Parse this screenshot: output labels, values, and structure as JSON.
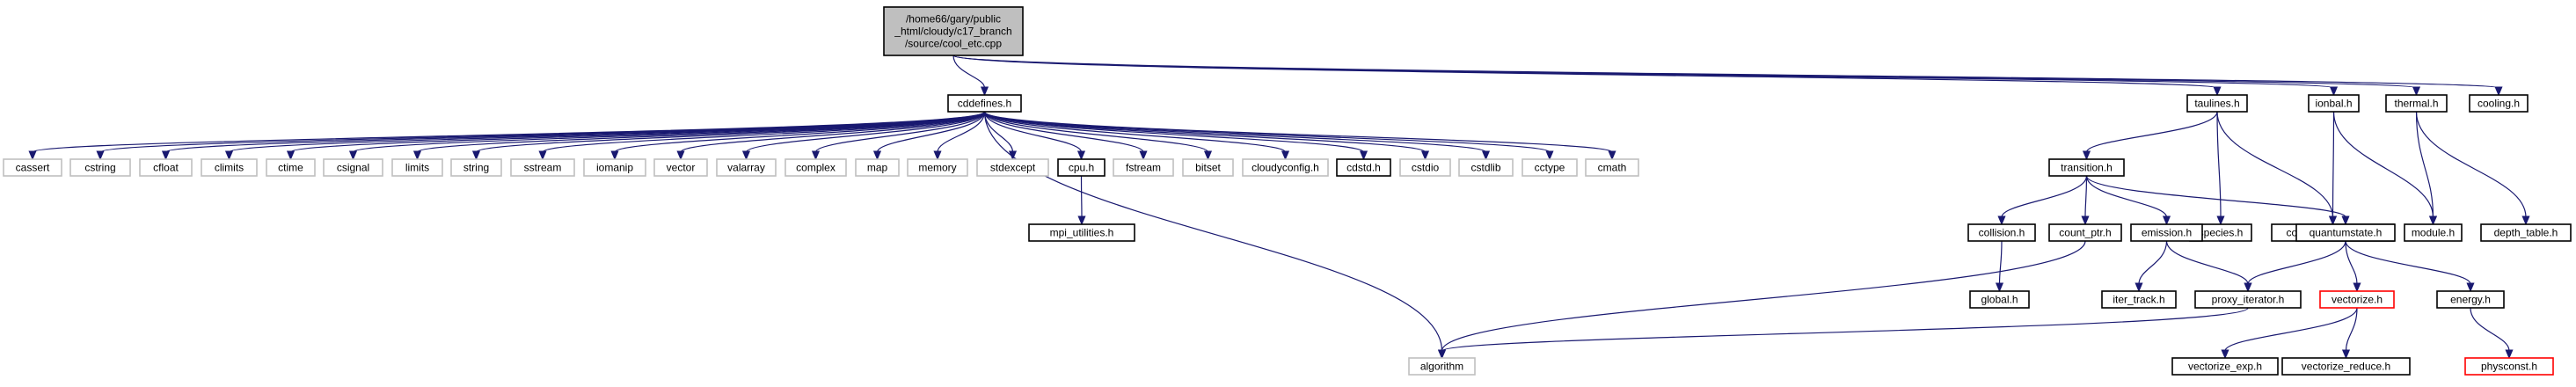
{
  "diagram": {
    "nodes": [
      {
        "id": "root",
        "label": [
          "/home66/gary/public",
          "_html/cloudy/c17_branch",
          "/source/cool_etc.cpp"
        ],
        "style": "root"
      },
      {
        "id": "cddefines",
        "label": [
          "cddefines.h"
        ],
        "style": "normal"
      },
      {
        "id": "taulines",
        "label": [
          "taulines.h"
        ],
        "style": "normal"
      },
      {
        "id": "ionbal",
        "label": [
          "ionbal.h"
        ],
        "style": "normal"
      },
      {
        "id": "thermal",
        "label": [
          "thermal.h"
        ],
        "style": "normal"
      },
      {
        "id": "cooling",
        "label": [
          "cooling.h"
        ],
        "style": "normal"
      },
      {
        "id": "cassert",
        "label": [
          "cassert"
        ],
        "style": "external"
      },
      {
        "id": "cstring",
        "label": [
          "cstring"
        ],
        "style": "external"
      },
      {
        "id": "cfloat",
        "label": [
          "cfloat"
        ],
        "style": "external"
      },
      {
        "id": "climits",
        "label": [
          "climits"
        ],
        "style": "external"
      },
      {
        "id": "ctime",
        "label": [
          "ctime"
        ],
        "style": "external"
      },
      {
        "id": "csignal",
        "label": [
          "csignal"
        ],
        "style": "external"
      },
      {
        "id": "limits",
        "label": [
          "limits"
        ],
        "style": "external"
      },
      {
        "id": "string",
        "label": [
          "string"
        ],
        "style": "external"
      },
      {
        "id": "sstream",
        "label": [
          "sstream"
        ],
        "style": "external"
      },
      {
        "id": "iomanip",
        "label": [
          "iomanip"
        ],
        "style": "external"
      },
      {
        "id": "vector",
        "label": [
          "vector"
        ],
        "style": "external"
      },
      {
        "id": "valarray",
        "label": [
          "valarray"
        ],
        "style": "external"
      },
      {
        "id": "complex",
        "label": [
          "complex"
        ],
        "style": "external"
      },
      {
        "id": "map",
        "label": [
          "map"
        ],
        "style": "external"
      },
      {
        "id": "memory",
        "label": [
          "memory"
        ],
        "style": "external"
      },
      {
        "id": "stdexcept",
        "label": [
          "stdexcept"
        ],
        "style": "external"
      },
      {
        "id": "cpu",
        "label": [
          "cpu.h"
        ],
        "style": "normal"
      },
      {
        "id": "fstream",
        "label": [
          "fstream"
        ],
        "style": "external"
      },
      {
        "id": "bitset",
        "label": [
          "bitset"
        ],
        "style": "external"
      },
      {
        "id": "cloudyconfig",
        "label": [
          "cloudyconfig.h"
        ],
        "style": "external"
      },
      {
        "id": "cdstd",
        "label": [
          "cdstd.h"
        ],
        "style": "normal"
      },
      {
        "id": "cstdio",
        "label": [
          "cstdio"
        ],
        "style": "external"
      },
      {
        "id": "cstdlib",
        "label": [
          "cstdlib"
        ],
        "style": "external"
      },
      {
        "id": "cctype",
        "label": [
          "cctype"
        ],
        "style": "external"
      },
      {
        "id": "cmath",
        "label": [
          "cmath"
        ],
        "style": "external"
      },
      {
        "id": "mpi_utilities",
        "label": [
          "mpi_utilities.h"
        ],
        "style": "normal"
      },
      {
        "id": "algorithm",
        "label": [
          "algorithm"
        ],
        "style": "external"
      },
      {
        "id": "transition",
        "label": [
          "transition.h"
        ],
        "style": "normal"
      },
      {
        "id": "species",
        "label": [
          "species.h"
        ],
        "style": "normal"
      },
      {
        "id": "container_classes",
        "label": [
          "container_classes.h"
        ],
        "style": "normal"
      },
      {
        "id": "module",
        "label": [
          "module.h"
        ],
        "style": "normal"
      },
      {
        "id": "depth_table",
        "label": [
          "depth_table.h"
        ],
        "style": "normal"
      },
      {
        "id": "collision",
        "label": [
          "collision.h"
        ],
        "style": "normal"
      },
      {
        "id": "count_ptr",
        "label": [
          "count_ptr.h"
        ],
        "style": "normal"
      },
      {
        "id": "emission",
        "label": [
          "emission.h"
        ],
        "style": "normal"
      },
      {
        "id": "quantumstate",
        "label": [
          "quantumstate.h"
        ],
        "style": "normal"
      },
      {
        "id": "global",
        "label": [
          "global.h"
        ],
        "style": "normal"
      },
      {
        "id": "iter_track",
        "label": [
          "iter_track.h"
        ],
        "style": "normal"
      },
      {
        "id": "proxy_iterator",
        "label": [
          "proxy_iterator.h"
        ],
        "style": "normal"
      },
      {
        "id": "vectorize",
        "label": [
          "vectorize.h"
        ],
        "style": "missing"
      },
      {
        "id": "energy",
        "label": [
          "energy.h"
        ],
        "style": "normal"
      },
      {
        "id": "vectorize_exp",
        "label": [
          "vectorize_exp.h"
        ],
        "style": "normal"
      },
      {
        "id": "vectorize_reduce",
        "label": [
          "vectorize_reduce.h"
        ],
        "style": "normal"
      },
      {
        "id": "physconst",
        "label": [
          "physconst.h"
        ],
        "style": "missing"
      }
    ],
    "edges": [
      [
        "root",
        "cddefines"
      ],
      [
        "root",
        "taulines"
      ],
      [
        "root",
        "ionbal"
      ],
      [
        "root",
        "thermal"
      ],
      [
        "root",
        "cooling"
      ],
      [
        "cddefines",
        "cassert"
      ],
      [
        "cddefines",
        "cstring"
      ],
      [
        "cddefines",
        "cfloat"
      ],
      [
        "cddefines",
        "climits"
      ],
      [
        "cddefines",
        "ctime"
      ],
      [
        "cddefines",
        "csignal"
      ],
      [
        "cddefines",
        "limits"
      ],
      [
        "cddefines",
        "string"
      ],
      [
        "cddefines",
        "sstream"
      ],
      [
        "cddefines",
        "iomanip"
      ],
      [
        "cddefines",
        "vector"
      ],
      [
        "cddefines",
        "valarray"
      ],
      [
        "cddefines",
        "complex"
      ],
      [
        "cddefines",
        "map"
      ],
      [
        "cddefines",
        "memory"
      ],
      [
        "cddefines",
        "stdexcept"
      ],
      [
        "cddefines",
        "cpu"
      ],
      [
        "cddefines",
        "fstream"
      ],
      [
        "cddefines",
        "bitset"
      ],
      [
        "cddefines",
        "cloudyconfig"
      ],
      [
        "cddefines",
        "cdstd"
      ],
      [
        "cddefines",
        "cstdio"
      ],
      [
        "cddefines",
        "cstdlib"
      ],
      [
        "cddefines",
        "cctype"
      ],
      [
        "cddefines",
        "cmath"
      ],
      [
        "cddefines",
        "algorithm"
      ],
      [
        "cpu",
        "mpi_utilities"
      ],
      [
        "taulines",
        "transition"
      ],
      [
        "taulines",
        "species"
      ],
      [
        "taulines",
        "container_classes"
      ],
      [
        "ionbal",
        "container_classes"
      ],
      [
        "ionbal",
        "module"
      ],
      [
        "thermal",
        "module"
      ],
      [
        "thermal",
        "depth_table"
      ],
      [
        "transition",
        "collision"
      ],
      [
        "transition",
        "count_ptr"
      ],
      [
        "transition",
        "emission"
      ],
      [
        "transition",
        "quantumstate"
      ],
      [
        "collision",
        "global"
      ],
      [
        "count_ptr",
        "algorithm"
      ],
      [
        "emission",
        "iter_track"
      ],
      [
        "emission",
        "proxy_iterator"
      ],
      [
        "quantumstate",
        "proxy_iterator"
      ],
      [
        "quantumstate",
        "vectorize"
      ],
      [
        "quantumstate",
        "energy"
      ],
      [
        "proxy_iterator",
        "algorithm"
      ],
      [
        "vectorize",
        "vectorize_exp"
      ],
      [
        "vectorize",
        "vectorize_reduce"
      ],
      [
        "energy",
        "physconst"
      ]
    ]
  }
}
